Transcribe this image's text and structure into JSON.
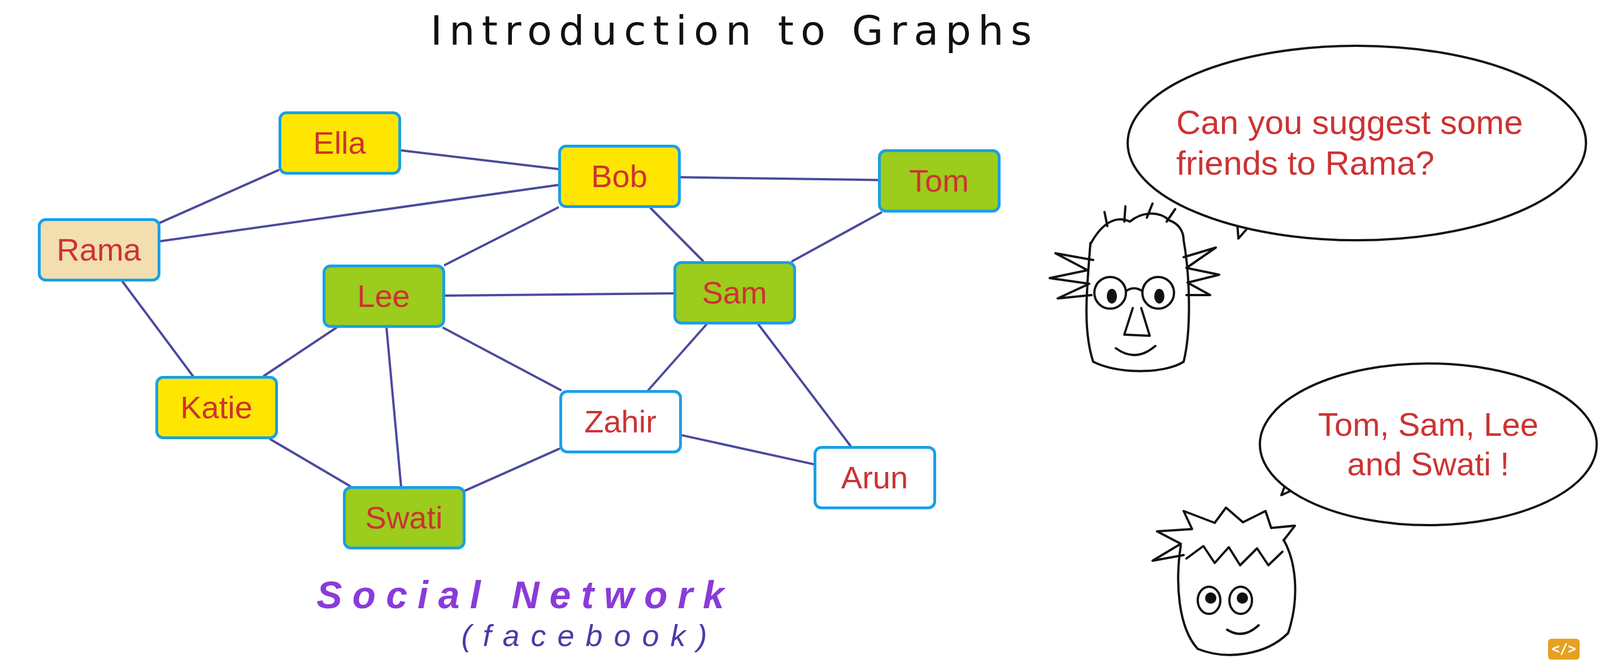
{
  "diagram": {
    "title": "Introduction to Graphs",
    "caption": "Social Network",
    "nodes": [
      {
        "text": [
          "Ella"
        ]
      },
      {
        "text": [
          "Bob"
        ]
      },
      {
        "text": [
          "Tom"
        ]
      },
      {
        "text": [
          "Rama"
        ]
      },
      {
        "text": [
          "Lee"
        ]
      },
      {
        "text": [
          "Sam"
        ]
      },
      {
        "text": [
          "Katie"
        ]
      },
      {
        "text": [
          "Zahir"
        ]
      },
      {
        "text": [
          "Arun"
        ]
      },
      {
        "text": [
          "Swati"
        ]
      },
      {
        "text": [
          "Can you suggest some friends to Rama?"
        ]
      },
      {
        "text": [
          "Tom, Sam, Lee and Swati !"
        ]
      }
    ],
    "edges": [
      {
        "from": 3,
        "to": 0,
        "arrow": "none"
      },
      {
        "from": 3,
        "to": 1,
        "arrow": "none"
      },
      {
        "from": 3,
        "to": 6,
        "arrow": "none"
      },
      {
        "from": 0,
        "to": 1,
        "arrow": "none"
      },
      {
        "from": 1,
        "to": 2,
        "arrow": "none"
      },
      {
        "from": 1,
        "to": 4,
        "arrow": "none"
      },
      {
        "from": 1,
        "to": 5,
        "arrow": "none"
      },
      {
        "from": 2,
        "to": 5,
        "arrow": "none"
      },
      {
        "from": 4,
        "to": 5,
        "arrow": "none"
      },
      {
        "from": 4,
        "to": 6,
        "arrow": "none"
      },
      {
        "from": 4,
        "to": 9,
        "arrow": "none"
      },
      {
        "from": 4,
        "to": 7,
        "arrow": "none"
      },
      {
        "from": 5,
        "to": 7,
        "arrow": "none"
      },
      {
        "from": 5,
        "to": 8,
        "arrow": "none"
      },
      {
        "from": 6,
        "to": 9,
        "arrow": "none"
      },
      {
        "from": 9,
        "to": 7,
        "arrow": "none"
      },
      {
        "from": 7,
        "to": 8,
        "arrow": "none"
      }
    ],
    "labels": [
      "(facebook)",
      "</>"
    ]
  }
}
